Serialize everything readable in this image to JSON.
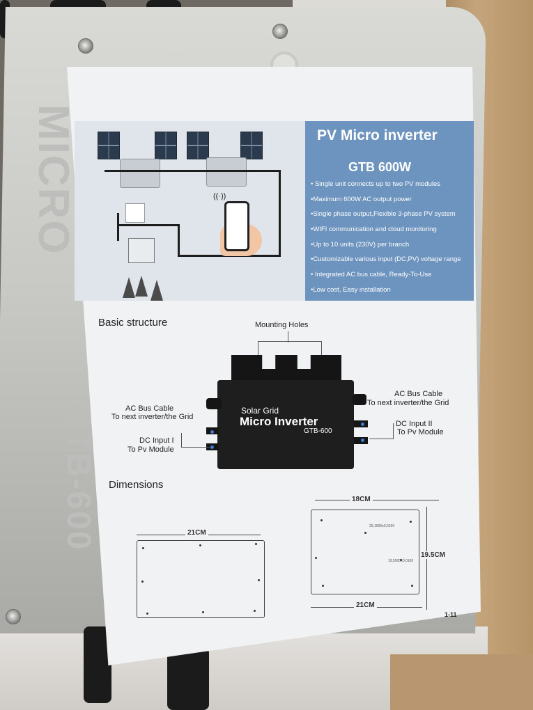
{
  "device": {
    "side_print_1": "MICRO",
    "side_print_2": "GTB-600"
  },
  "manual": {
    "banner": {
      "title": "PV Micro inverter",
      "model": "GTB 600W",
      "features": [
        "• Single unit connects up to two PV modules",
        "•Maximum 600W AC output power",
        "•Single phase output,Flexible 3-phase PV system",
        "•WIFI communication and cloud monitoring",
        "•Up to 10 units (230V) per branch",
        "•Customizable various input (DC,PV) voltage range",
        "• Integrated AC bus cable, Ready-To-Use",
        "•Low cost, Easy installation"
      ]
    },
    "basic_structure": {
      "title": "Basic structure",
      "mounting_holes": "Mounting Holes",
      "ac_bus_left_1": "AC Bus Cable",
      "ac_bus_left_2": "To next inverter/the Grid",
      "ac_bus_right_1": "AC Bus Cable",
      "ac_bus_right_2": "To next inverter/the Grid",
      "dc_left_1": "DC Input I",
      "dc_left_2": "To Pv Module",
      "dc_right_1": "DC Input II",
      "dc_right_2": "To Pv Module",
      "product_line1": "Solar Grid",
      "product_line2": "Micro Inverter",
      "product_line3": "GTB-600"
    },
    "dimensions": {
      "title": "Dimensions",
      "width_left": "21CM",
      "top_width": "18CM",
      "height": "19.5CM",
      "bottom_width": "21CM",
      "note1": "25,1000±0,0100",
      "note2": "19,5000±0,0100"
    },
    "page_number": "1-11"
  }
}
